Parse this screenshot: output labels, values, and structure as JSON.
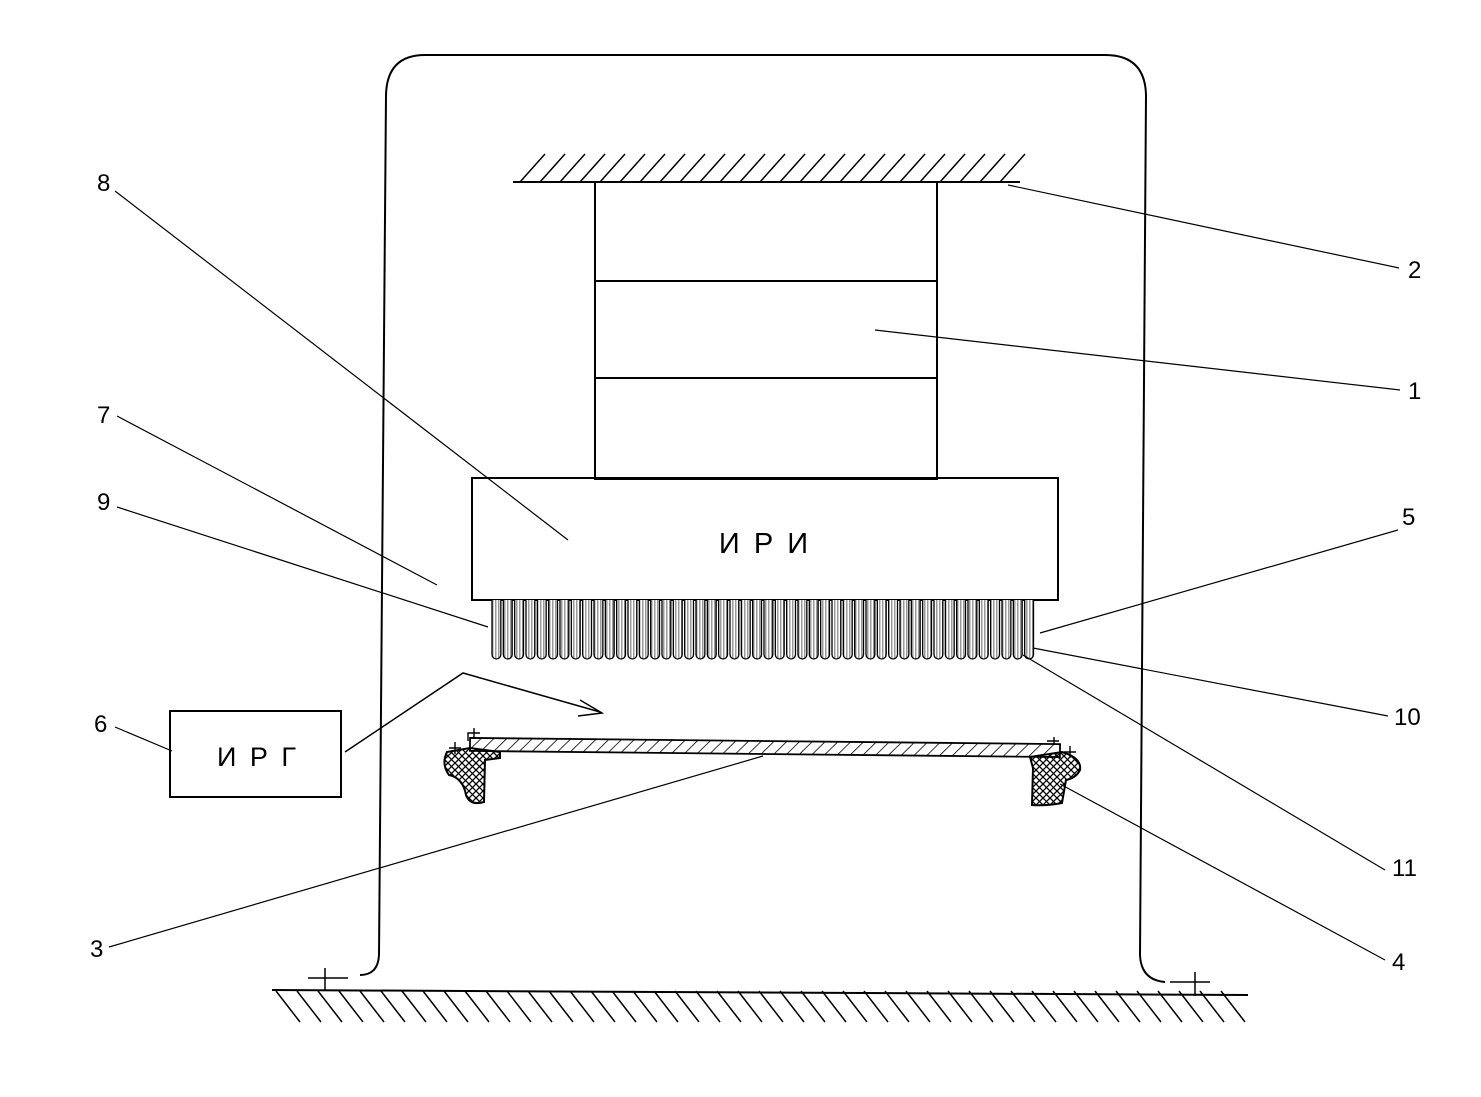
{
  "blocks": {
    "iri_label": "И Р И",
    "irg_label": "И Р Г"
  },
  "callouts": [
    {
      "id": "2",
      "label": "2"
    },
    {
      "id": "1",
      "label": "1"
    },
    {
      "id": "5",
      "label": "5"
    },
    {
      "id": "10",
      "label": "10"
    },
    {
      "id": "11",
      "label": "11"
    },
    {
      "id": "4",
      "label": "4"
    },
    {
      "id": "8",
      "label": "8"
    },
    {
      "id": "7",
      "label": "7"
    },
    {
      "id": "9",
      "label": "9"
    },
    {
      "id": "6",
      "label": "6"
    },
    {
      "id": "3",
      "label": "3"
    }
  ],
  "colors": {
    "line": "#000000",
    "background": "#ffffff",
    "fin_shade": "#b8b8b8"
  }
}
